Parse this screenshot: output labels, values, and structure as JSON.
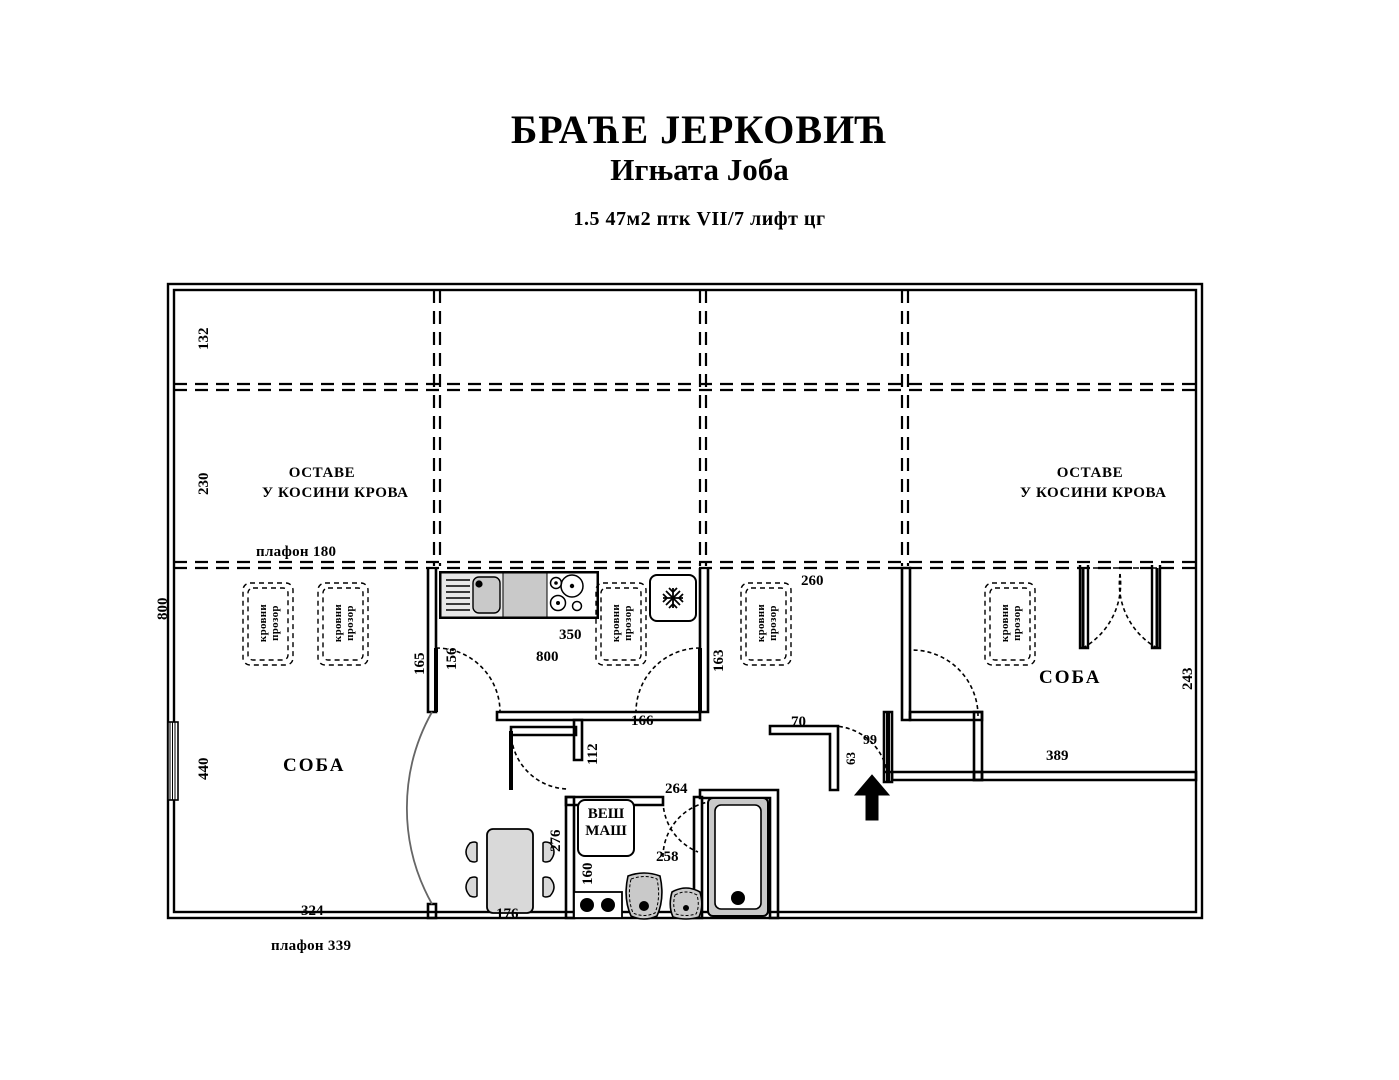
{
  "document": {
    "title_line1": "БРАЋЕ ЈЕРКОВИЋ",
    "title_line2": "Игњата Јоба",
    "subtitle": "1.5  47м2   птк  VII/7   лифт  цг"
  },
  "rooms": [
    {
      "id": "room-left",
      "label": "СОБА"
    },
    {
      "id": "room-right",
      "label": "СОБА"
    }
  ],
  "storage": [
    {
      "id": "storage-left",
      "line1": "ОСТАВЕ",
      "line2": "У КОСИНИ КРОВА"
    },
    {
      "id": "storage-right",
      "line1": "ОСТАВЕ",
      "line2": "У КОСИНИ КРОВА"
    }
  ],
  "ceiling_notes": [
    {
      "id": "ceiling-180",
      "text": "плафон 180"
    },
    {
      "id": "ceiling-339",
      "text": "плафон 339"
    }
  ],
  "skylights": [
    {
      "id": "skylight-1",
      "line1": "кровни",
      "line2": "прозор"
    },
    {
      "id": "skylight-2",
      "line1": "кровни",
      "line2": "прозор"
    },
    {
      "id": "skylight-3",
      "line1": "кровни",
      "line2": "прозор"
    },
    {
      "id": "skylight-4",
      "line1": "кровни",
      "line2": "прозор"
    },
    {
      "id": "skylight-5",
      "line1": "кровни",
      "line2": "прозор"
    }
  ],
  "appliances": {
    "washer_line1": "ВЕШ",
    "washer_line2": "МАШ"
  },
  "dimensions": {
    "overall_height": "800",
    "top_strip": "132",
    "storage_depth": "230",
    "window_left": "440",
    "room_left_bottom": "324",
    "table_width": "176",
    "kitchen_left_wall": "165",
    "kitchen_door": "156",
    "kitchen_counter": "350",
    "kitchen_span": "800",
    "hall_right_wall": "163",
    "hall_wall_166": "166",
    "corridor_112": "112",
    "bath_276": "276",
    "bath_160": "160",
    "bath_264": "264",
    "bath_258": "258",
    "hall_260": "260",
    "entry_70": "70",
    "entry_63": "63",
    "entry_99": "99",
    "room_right_width": "389",
    "room_right_height": "243"
  },
  "icons": {
    "entrance_arrow": "entrance-arrow-icon",
    "fridge": "refrigerator-icon",
    "sink": "kitchen-sink-icon",
    "stove": "cooktop-icon",
    "toilet": "toilet-icon",
    "bidet": "bidet-icon",
    "bathtub": "bathtub-icon",
    "hob": "small-hob-icon"
  },
  "colors": {
    "line": "#000000",
    "fill_light": "#d9d9d9",
    "background": "#ffffff"
  }
}
